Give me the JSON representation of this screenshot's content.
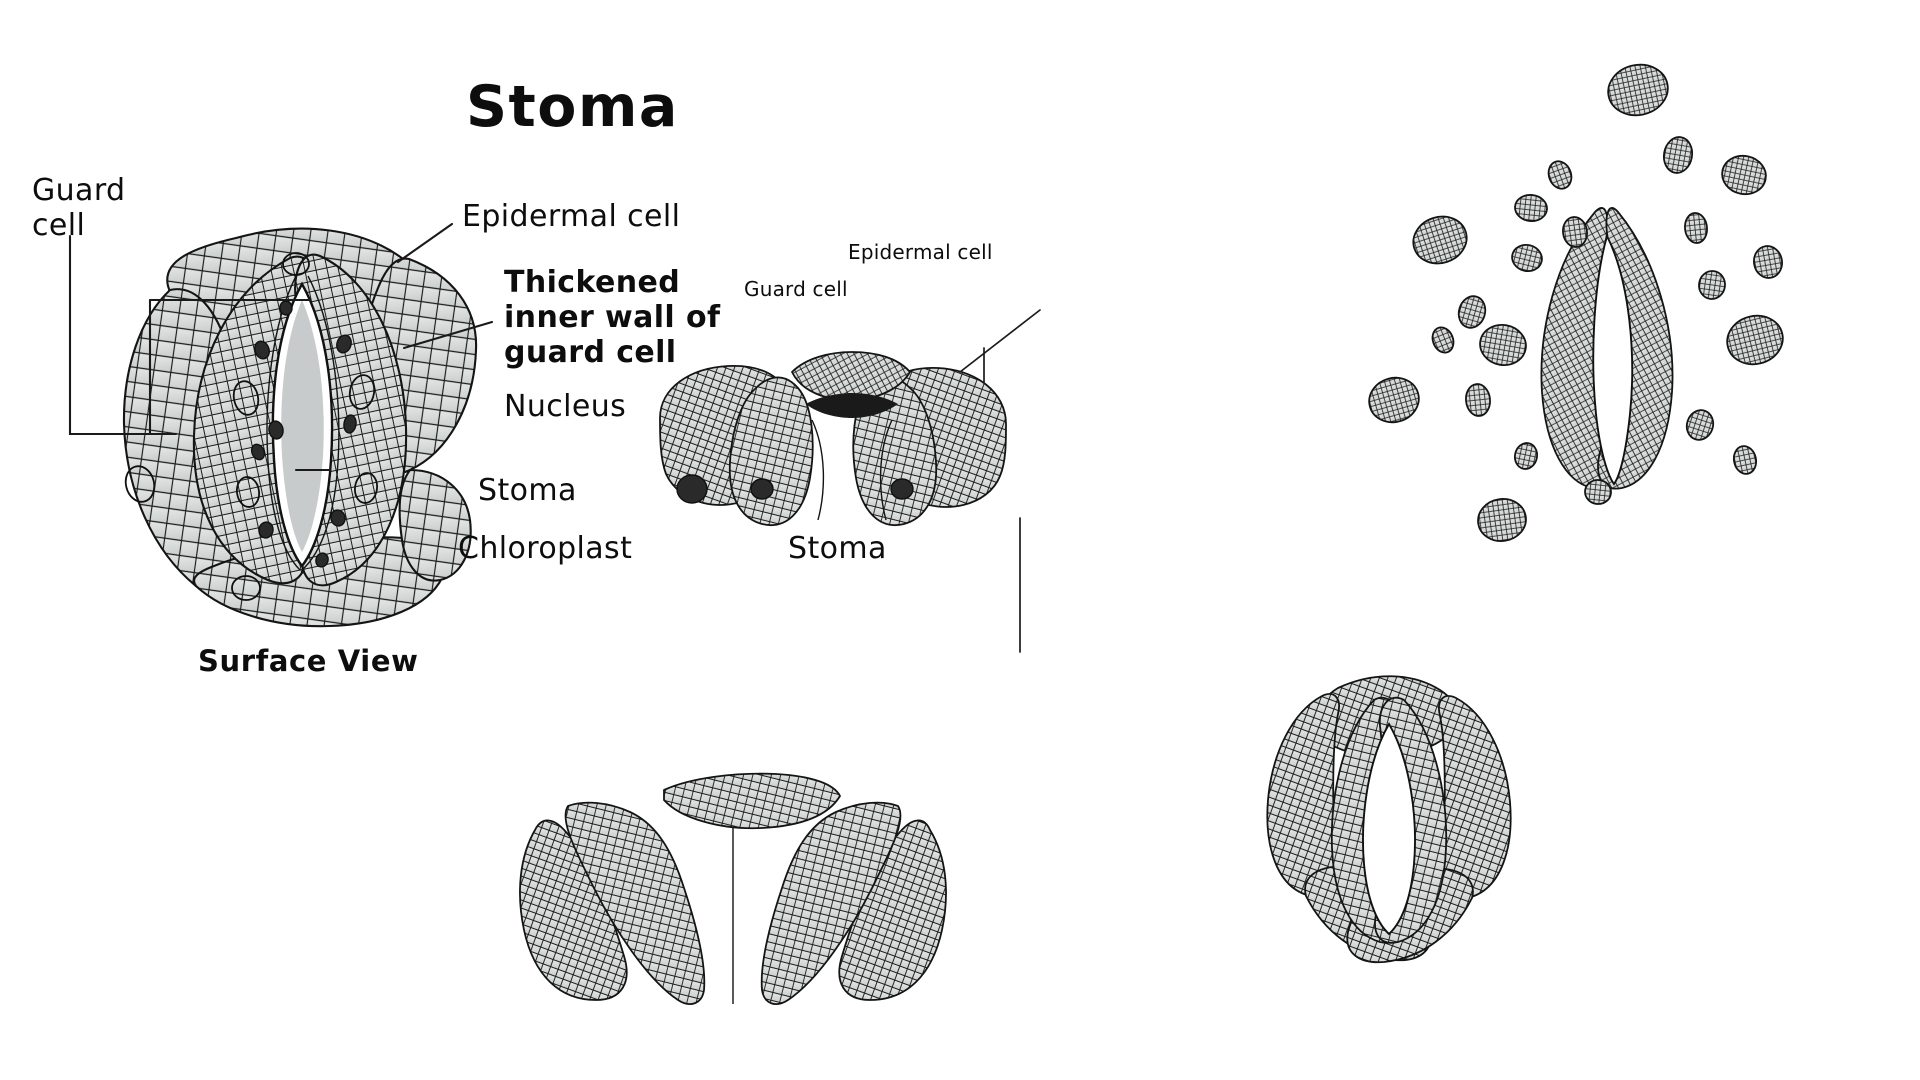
{
  "page": {
    "title": "Stoma",
    "background": "#ffffff",
    "ink": "#111111",
    "cell_fill": "#d6d9d8",
    "mesh_stroke": "#1b1b1b"
  },
  "figures": {
    "surface_view": {
      "caption": "Surface View",
      "labels": {
        "guard_cell": "Guard\ncell",
        "epidermal_cell": "Epidermal cell",
        "thickened_wall": "Thickened\ninner wall of\nguard cell",
        "nucleus": "Nucleus",
        "stoma": "Stoma",
        "chloroplast": "Chloroplast"
      }
    },
    "section_view": {
      "labels": {
        "epidermal_cell": "Epidermal cell",
        "guard_cell": "Guard cell",
        "stoma": "Stoma"
      }
    },
    "open_stoma_cluster": {
      "caption": ""
    },
    "closed_section": {
      "caption": ""
    },
    "closed_surface": {
      "caption": ""
    }
  }
}
